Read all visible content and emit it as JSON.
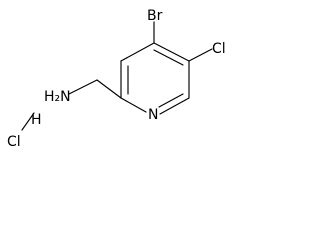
{
  "molecule": {
    "atoms": {
      "br": "Br",
      "cl_ring": "Cl",
      "n_ring": "N",
      "nh2": "H₂N",
      "hcl_h": "H",
      "hcl_cl": "Cl"
    }
  }
}
